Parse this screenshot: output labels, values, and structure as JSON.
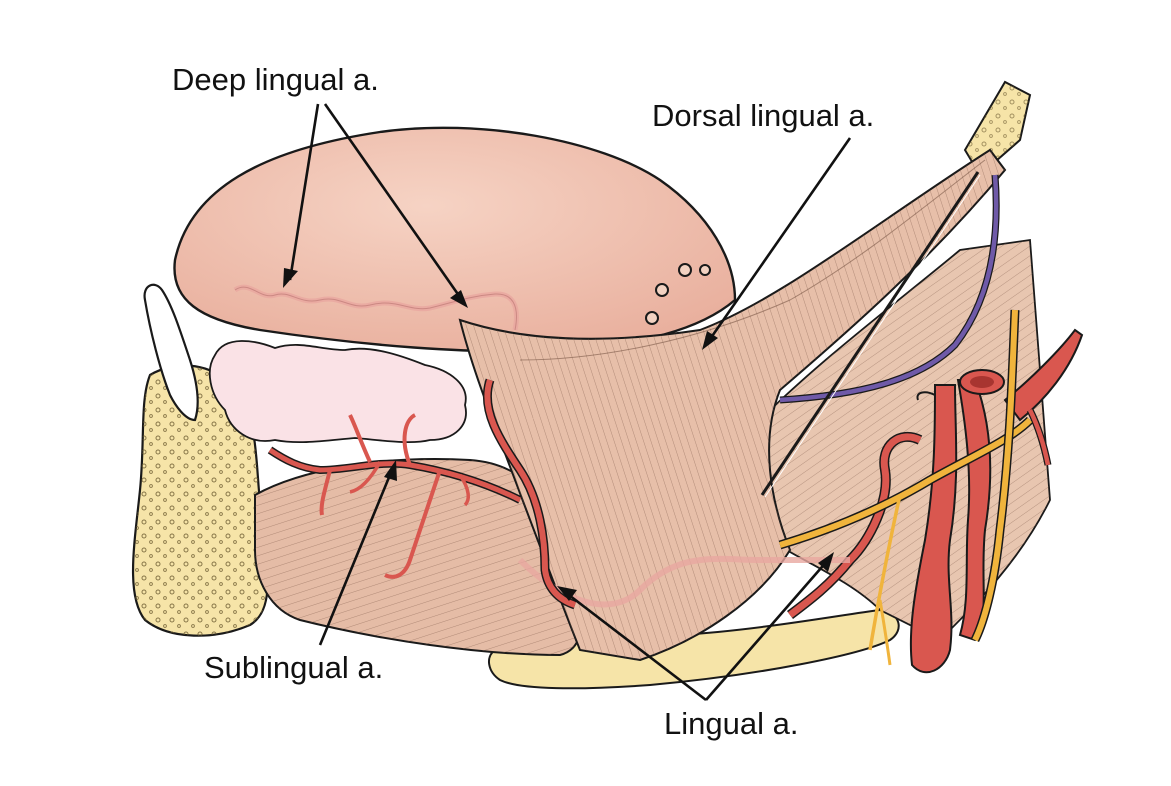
{
  "labels": {
    "deep_lingual": "Deep lingual a.",
    "dorsal_lingual": "Dorsal lingual a.",
    "sublingual": "Sublingual a.",
    "lingual": "Lingual a."
  },
  "colors": {
    "tongue": "#f1c3b1",
    "muscle": "#e5bca6",
    "artery": "#d9574f",
    "nerve": "#f0b43c",
    "vein": "#6f5aa8",
    "bone": "#f6e4a8",
    "gland": "#fae2e6",
    "outline": "#1a1a1a"
  }
}
